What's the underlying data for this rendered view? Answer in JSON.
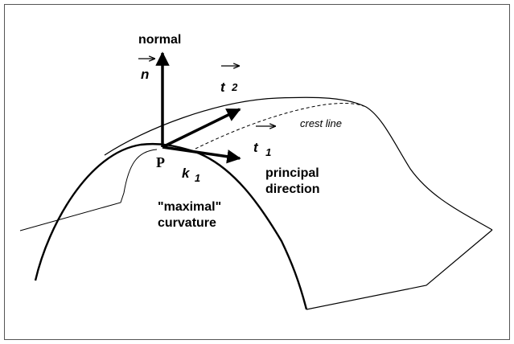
{
  "diagram": {
    "labels": {
      "normal": "normal",
      "n": "n",
      "t2_letter": "t",
      "t2_sub": "2",
      "t1_letter": "t",
      "t1_sub": "1",
      "crest_line": "crest line",
      "point": "P",
      "k_letter": "k",
      "k_sub": "1",
      "principal_line1": "principal",
      "principal_line2": "direction",
      "maximal_line1": "\"maximal\"",
      "maximal_line2": "curvature"
    },
    "colors": {
      "stroke": "#000000",
      "background": "#ffffff",
      "frame": "#555555"
    }
  }
}
